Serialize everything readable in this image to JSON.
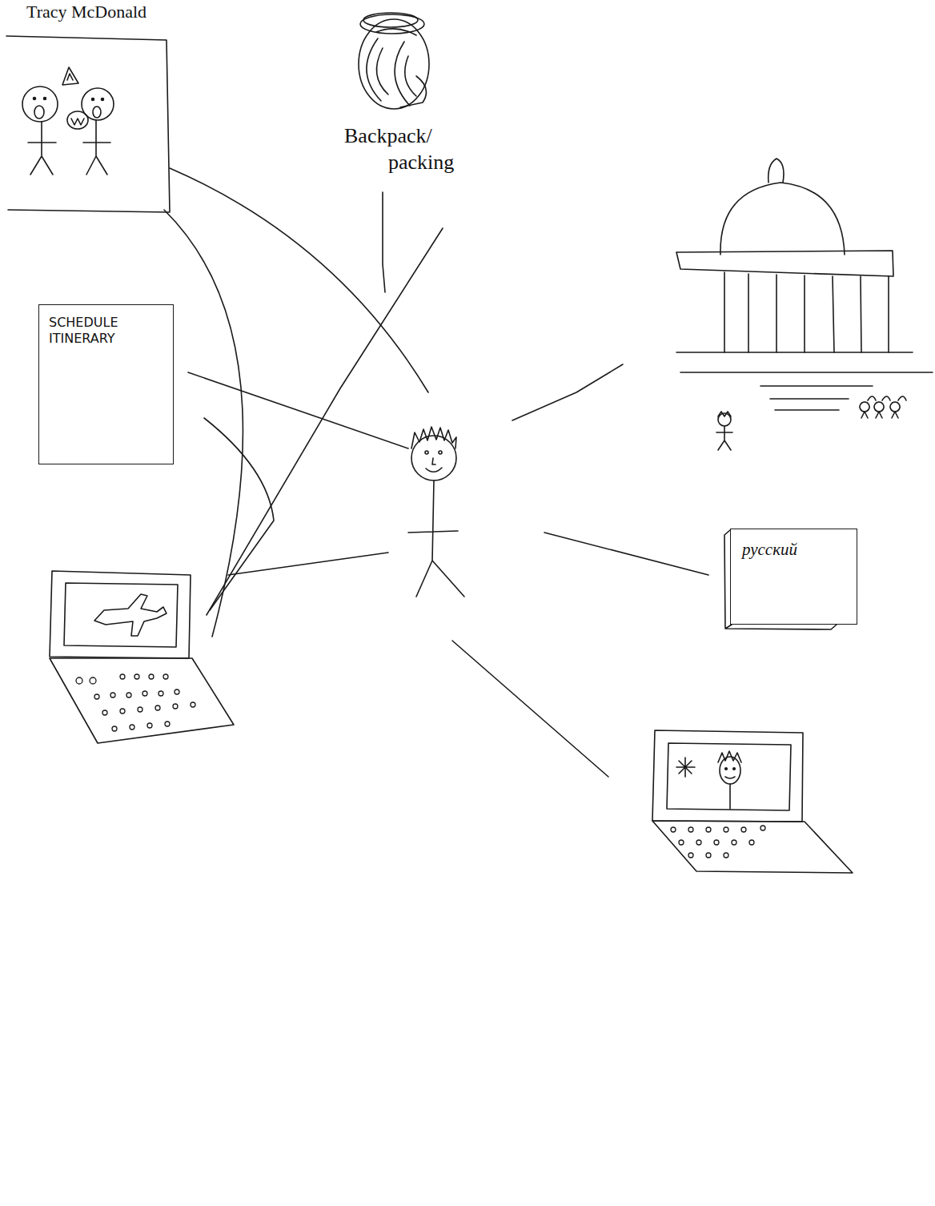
{
  "diagram": {
    "nodes": [
      {
        "text": [
          "Backpack/ packing"
        ]
      },
      {
        "text": [
          "SCHEDULE ITINERARY"
        ]
      },
      {
        "text": [
          "русский"
        ]
      }
    ],
    "labels": [
      "Tracy McDonald"
    ]
  }
}
